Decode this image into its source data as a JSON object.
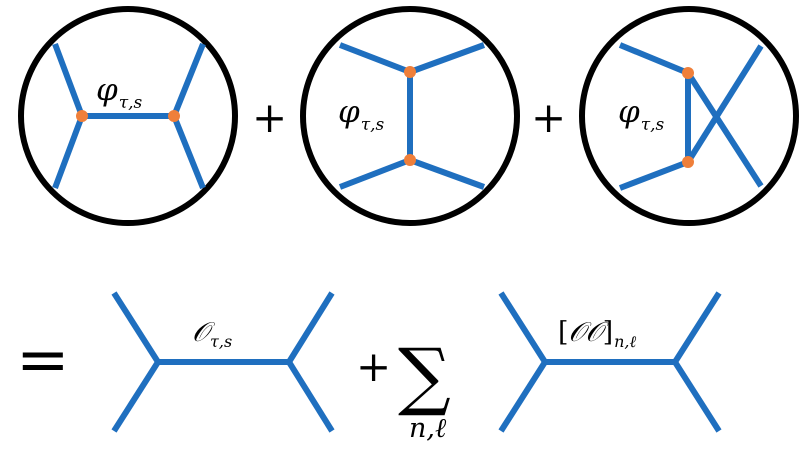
{
  "colors": {
    "propagator": "#1f6fbf",
    "vertex": "#ef7f3a",
    "boundary": "#000000",
    "background": "#ffffff"
  },
  "witten_diagrams": {
    "s_channel": {
      "field": "φ",
      "subscript": "τ,s"
    },
    "t_channel": {
      "field": "φ",
      "subscript": "τ,s"
    },
    "u_channel": {
      "field": "φ",
      "subscript": "τ,s"
    }
  },
  "operators": {
    "plus": "+",
    "equals": "="
  },
  "conformal_blocks": {
    "single_trace": {
      "operator": "𝒪",
      "subscript": "τ,s"
    },
    "sum_symbol": "∑",
    "sum_index": "n,ℓ",
    "double_trace": {
      "bracket_open": "[",
      "operator": "𝒪𝒪",
      "bracket_close": "]",
      "subscript": "n,ℓ"
    }
  }
}
